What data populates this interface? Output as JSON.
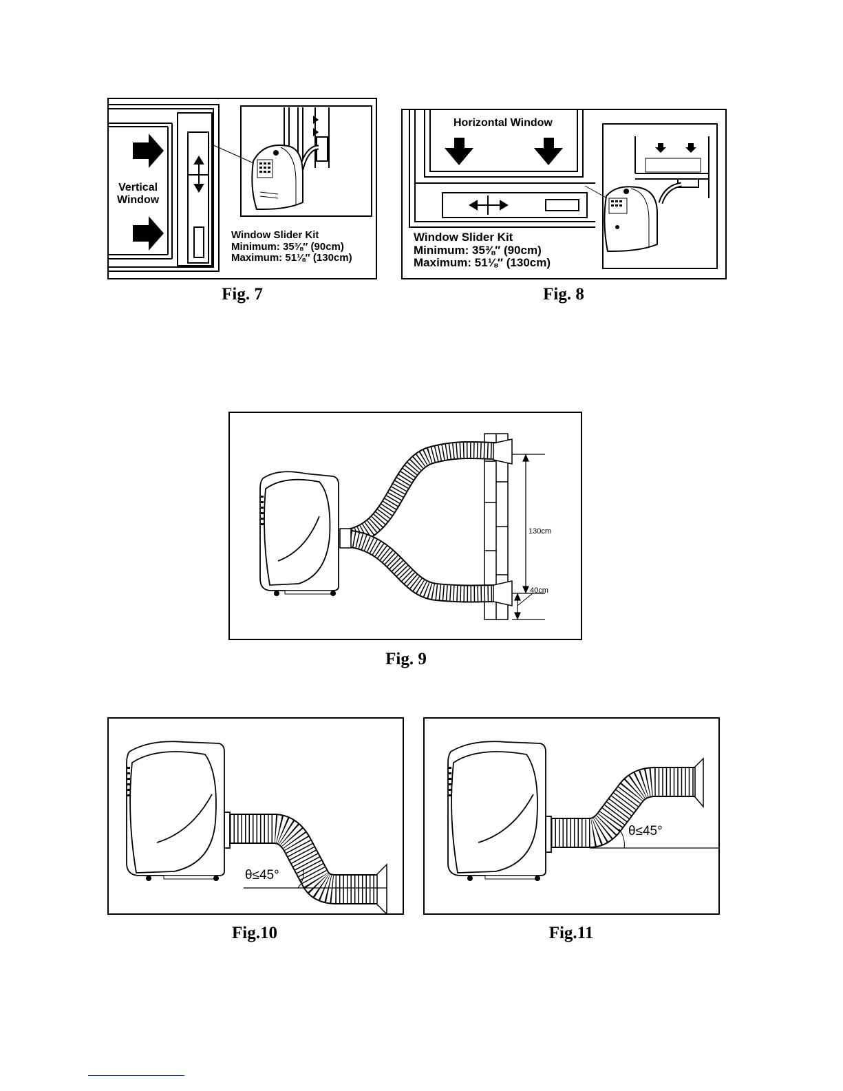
{
  "fig7": {
    "caption": "Fig. 7",
    "window_label_line1": "Vertical",
    "window_label_line2": "Window",
    "kit_title": "Window Slider Kit",
    "kit_min": "Minimum: 35⅜″ (90cm)",
    "kit_max": "Maximum: 51⅛″ (130cm)"
  },
  "fig8": {
    "caption": "Fig. 8",
    "window_label": "Horizontal Window",
    "kit_title": "Window Slider Kit",
    "kit_min": "Minimum: 35⅜″ (90cm)",
    "kit_max": "Maximum: 51⅛″ (130cm)"
  },
  "fig9": {
    "caption": "Fig. 9",
    "dim_upper": "130cm",
    "dim_lower": "40cm"
  },
  "fig10": {
    "caption": "Fig.10",
    "angle_label": "θ≤45°"
  },
  "fig11": {
    "caption": "Fig.11",
    "angle_label": "θ≤45°"
  }
}
